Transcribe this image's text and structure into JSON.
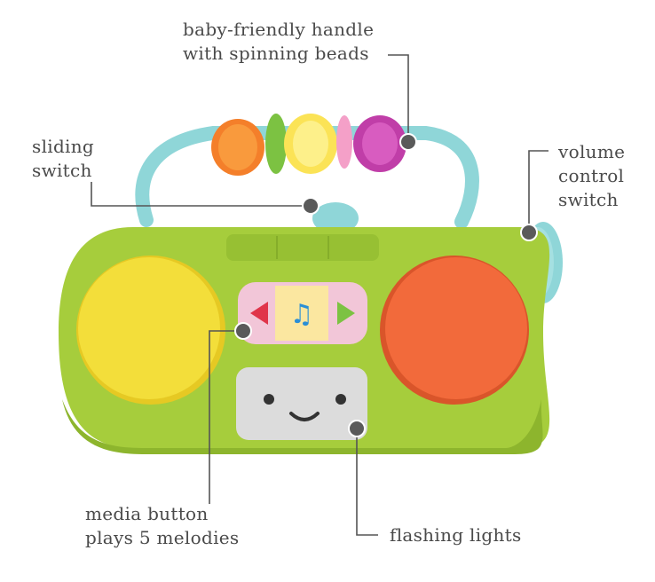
{
  "callouts": {
    "handle": {
      "line1": "baby-friendly handle",
      "line2": "with spinning beads"
    },
    "sliding": {
      "line1": "sliding",
      "line2": "switch"
    },
    "volume": {
      "line1": "volume",
      "line2": "control",
      "line3": "switch"
    },
    "media": {
      "line1": "media button",
      "line2": "plays 5 melodies"
    },
    "lights": {
      "line1": "flashing lights"
    }
  },
  "colors": {
    "body_green": "#a6cd3c",
    "body_dark": "#8db52d",
    "handle_blue": "#8fd6d8",
    "speaker_yellow": "#f3de3a",
    "speaker_orange": "#f26a3b",
    "leader_line": "#555555",
    "dot": "#5a5a5a"
  },
  "icons": {
    "left_arrow": "triangle-left-icon",
    "right_arrow": "triangle-right-icon",
    "music": "music-note-icon",
    "face": "smiley-face-icon"
  }
}
